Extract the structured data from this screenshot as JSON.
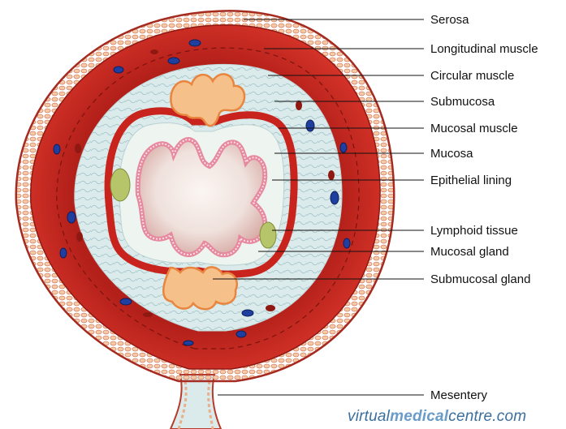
{
  "labels": [
    {
      "id": "serosa",
      "text": "Serosa"
    },
    {
      "id": "longitudinal-muscle",
      "text": "Longitudinal muscle"
    },
    {
      "id": "circular-muscle",
      "text": "Circular muscle"
    },
    {
      "id": "submucosa",
      "text": "Submucosa"
    },
    {
      "id": "mucosal-muscle",
      "text": "Mucosal muscle"
    },
    {
      "id": "mucosa",
      "text": "Mucosa"
    },
    {
      "id": "epithelial-lining",
      "text": "Epithelial lining"
    },
    {
      "id": "lymphoid-tissue",
      "text": "Lymphoid tissue"
    },
    {
      "id": "mucosal-gland",
      "text": "Mucosal gland"
    },
    {
      "id": "submucosal-gland",
      "text": "Submucosal gland"
    },
    {
      "id": "mesentery",
      "text": "Mesentery"
    }
  ],
  "watermark": {
    "part1": "virtual",
    "part2": "medical",
    "part3": "centre.com"
  },
  "colors": {
    "serosa": "#f3dcc0",
    "muscle": "#c8231d",
    "submucosa": "#dbeaea",
    "epithelium": "#f2b8c6",
    "lumen": "#f1e6e2",
    "gland": "#f6c08a",
    "vein": "#1e3fa0",
    "lymphoid": "#b6c46a"
  }
}
